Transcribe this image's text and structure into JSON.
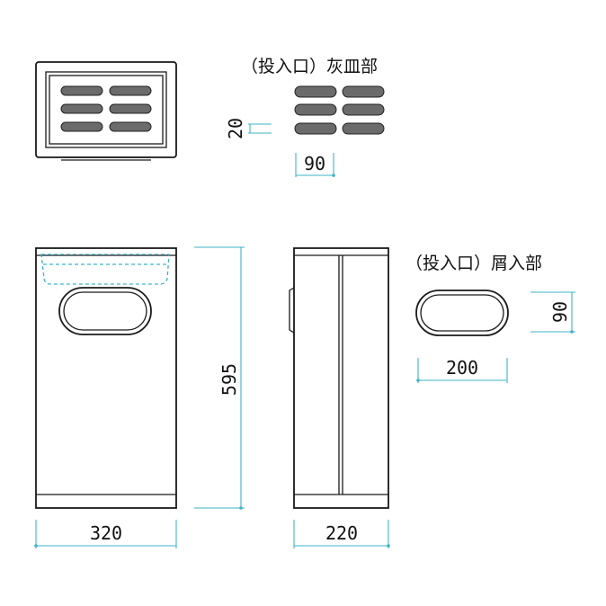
{
  "labels": {
    "ash_section": "（投入口）灰皿部",
    "trash_section": "（投入口）屑入部"
  },
  "dimensions": {
    "slot_length": "90",
    "slot_height": "20",
    "body_width": "320",
    "body_height": "595",
    "body_depth": "220",
    "opening_width": "200",
    "opening_height": "90"
  },
  "colors": {
    "dimension_line": "#3fb3c6",
    "outline": "#1a1a1a",
    "slot_fill": "#6b6b6b"
  }
}
